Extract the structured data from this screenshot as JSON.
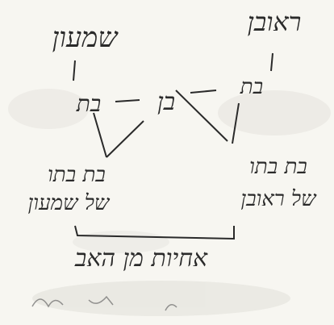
{
  "diagram": {
    "ink_color": "#2a2a2a",
    "paper_color": "#f7f6f1",
    "labels": {
      "shimon_top": "שמעון",
      "reuven_top": "ראובן",
      "shimon_bat": "בת",
      "ben": "בן",
      "bat_left": "בת",
      "reuven_bat": "בת",
      "bat_bat_shimon_1": "בת בתו",
      "bat_bat_shimon_2": "של שמעון",
      "bat_bat_reuven_1": "בת בתו",
      "bat_bat_reuven_2": "של ראובן",
      "bottom_caption": "אחיות מן האב"
    }
  }
}
